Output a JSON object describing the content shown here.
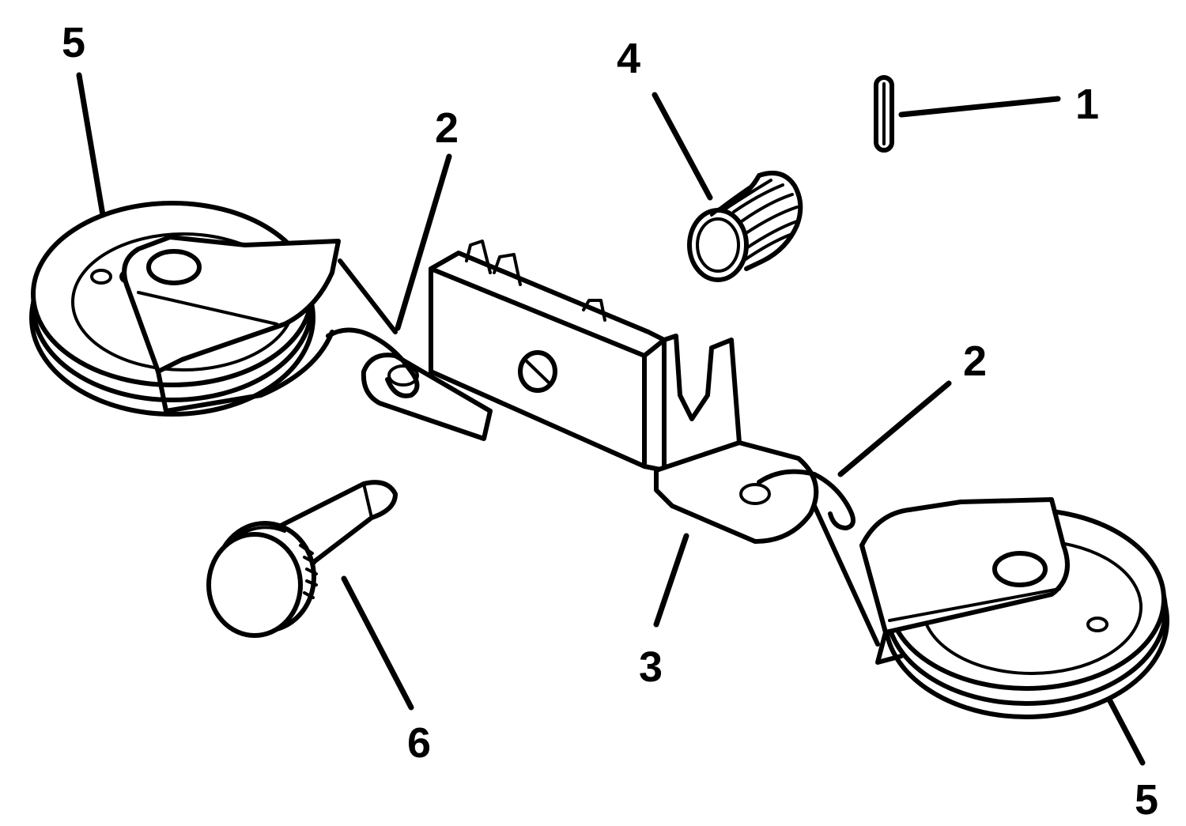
{
  "callouts": {
    "pin": "1",
    "link_left": "2",
    "link_right": "2",
    "bracket": "3",
    "spring": "4",
    "pulley_left": "5",
    "pulley_right": "5",
    "thumb_screw": "6"
  },
  "colors": {
    "ink": "#000000",
    "paper": "#ffffff"
  }
}
